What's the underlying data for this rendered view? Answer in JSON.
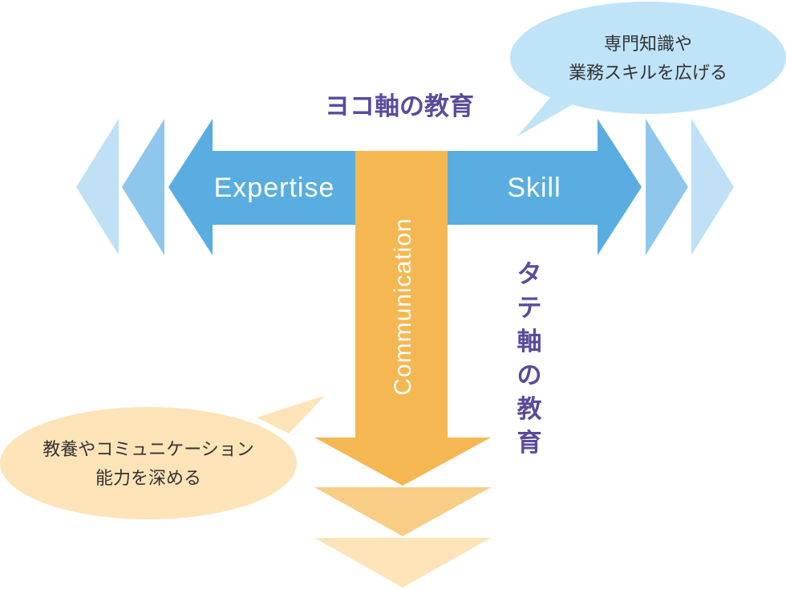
{
  "horizontal_axis": {
    "title": "ヨコ軸の教育",
    "left_label": "Expertise",
    "right_label": "Skill",
    "bubble_lines": [
      "専門知識や",
      "業務スキルを広げる"
    ]
  },
  "vertical_axis": {
    "title": "タテ軸の教育",
    "arrow_label": "Communication",
    "bubble_lines": [
      "教養やコミュニケーション",
      "能力を深める"
    ]
  },
  "colors": {
    "blue_main": "#5aade0",
    "blue_mid": "#8fc7ec",
    "blue_light": "#bfe0f5",
    "orange_main": "#f5b752",
    "orange_mid": "#f8cd86",
    "orange_light": "#fde3b8",
    "bubble_blue": "#bfe3f7",
    "bubble_orange": "#fde3b8",
    "title_purple": "#5b4b9b"
  }
}
